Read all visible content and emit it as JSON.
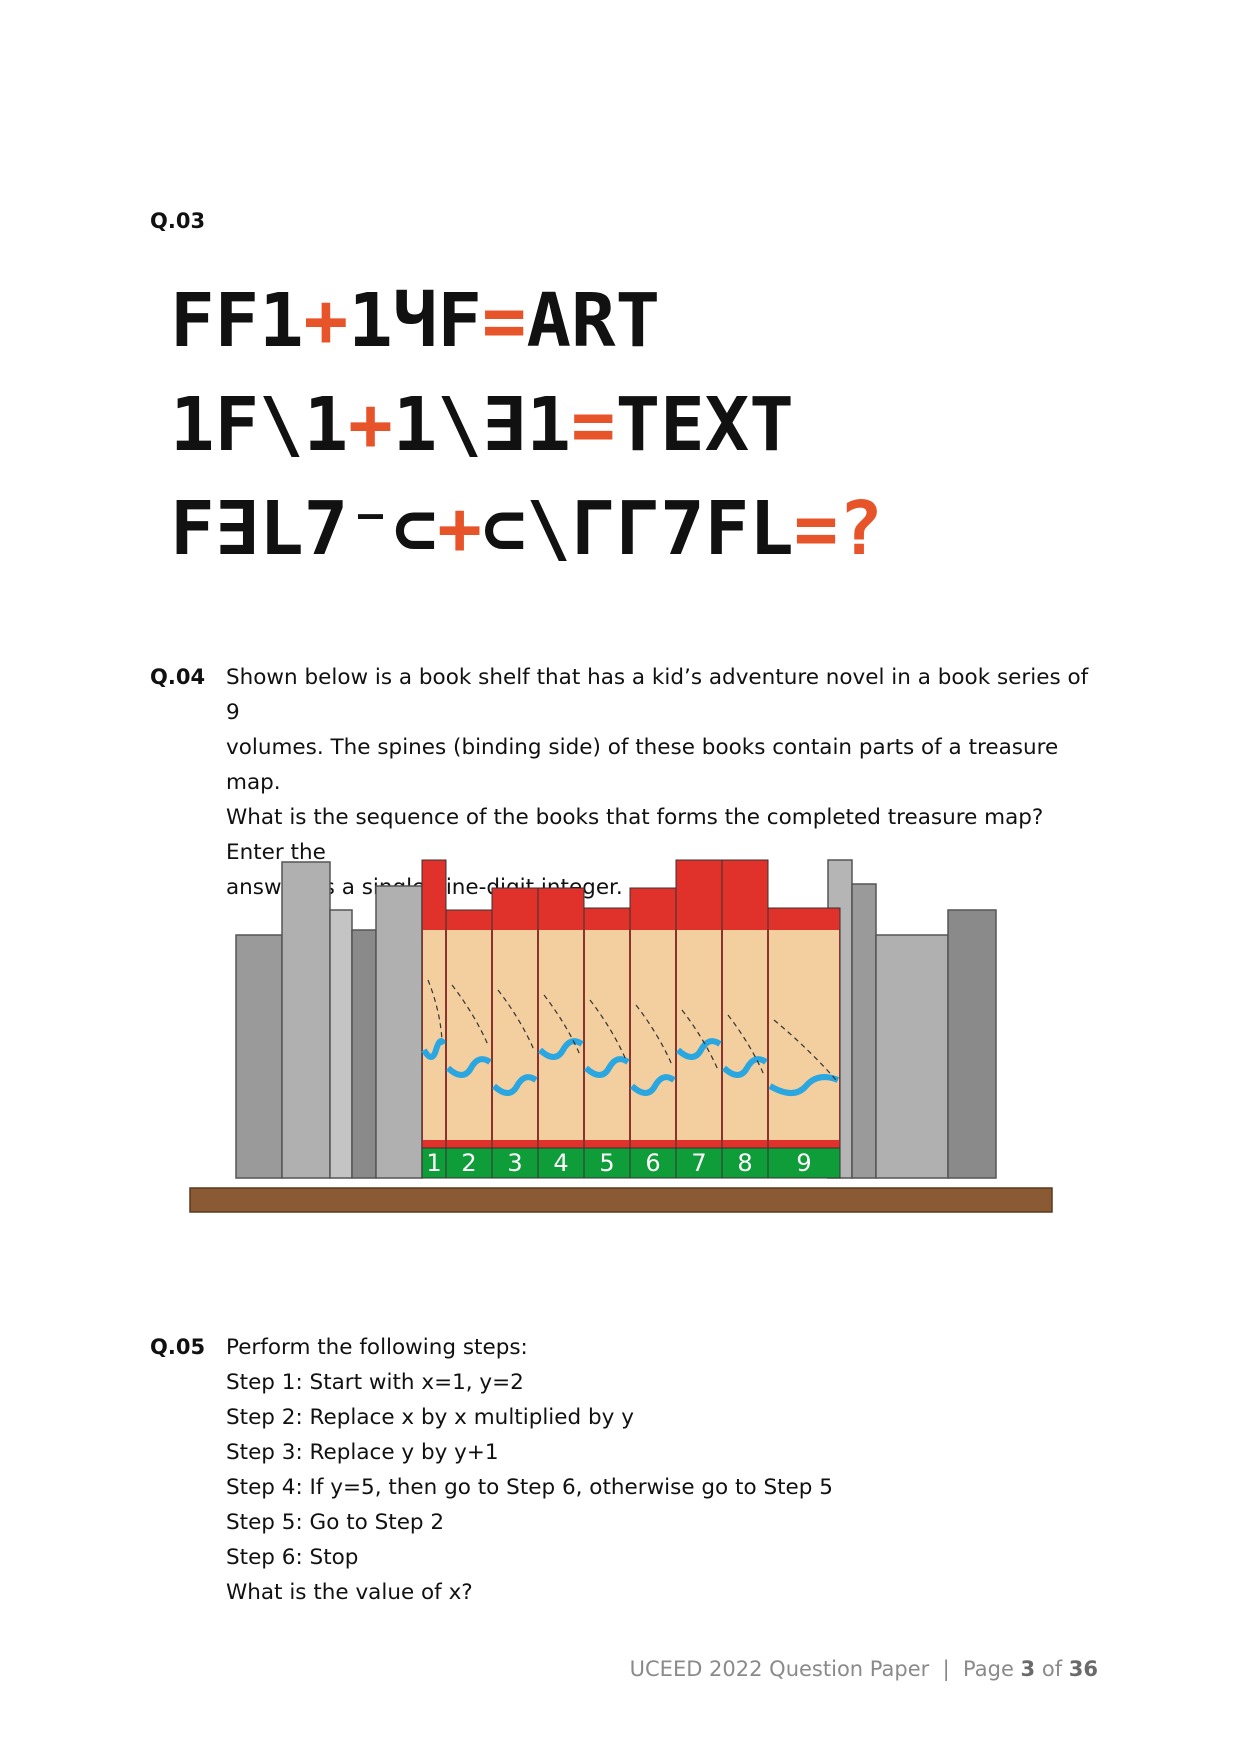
{
  "q03": {
    "number": "Q.03"
  },
  "cipher": {
    "equations": [
      {
        "left": "FF1",
        "plus": "+",
        "right": "1ЧF",
        "equals": "=",
        "answer": "ART"
      },
      {
        "left": "1F\\1",
        "plus": "+",
        "right": "1\\∃1",
        "equals": "=",
        "answer": "TEXT"
      },
      {
        "left": "F∃L7⁻⊂",
        "plus": "+",
        "right": "⊂\\ΓΓ7FL",
        "equals": "=",
        "answer": "?"
      }
    ]
  },
  "q04": {
    "number": "Q.04",
    "lines": [
      "Shown below is a book shelf that has a kid’s adventure novel in a book series of 9",
      "volumes. The spines (binding side) of these books contain parts of a treasure map.",
      "What is the sequence of the books that forms the completed treasure map? Enter the",
      "answer as a single nine-digit integer."
    ]
  },
  "bookshelf": {
    "labels": [
      "1",
      "2",
      "3",
      "4",
      "5",
      "6",
      "7",
      "8",
      "9"
    ],
    "colors": {
      "red": "#e0312a",
      "map": "#f3cfa0",
      "river": "#2aa6e0",
      "green": "#0f9d3a",
      "shelf": "#8a5a35"
    }
  },
  "q05": {
    "number": "Q.05",
    "lines": [
      "Perform the following steps:",
      "Step 1: Start with x=1, y=2",
      "Step 2: Replace x by x multiplied by y",
      "Step 3: Replace y by y+1",
      "Step 4: If y=5, then go to Step 6, otherwise go to Step 5",
      "Step 5: Go to Step 2",
      "Step 6: Stop",
      "What is the value of x?"
    ]
  },
  "footer": {
    "prefix": "UCEED 2022 Question Paper  |  Page ",
    "page": "3",
    "mid": " of ",
    "total": "36"
  }
}
